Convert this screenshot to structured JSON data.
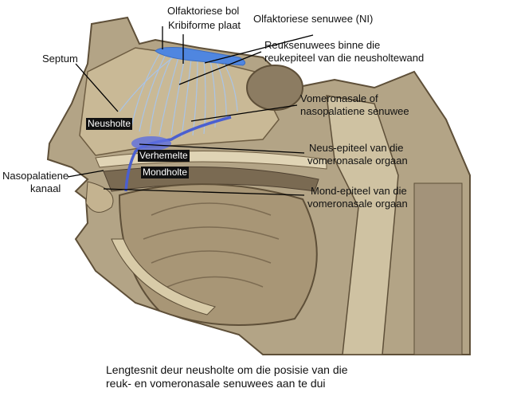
{
  "labels": {
    "olfactory_bulb": "Olfaktoriese bol",
    "cribriform_plate": "Kribiforme plaat",
    "olfactory_nerve": "Olfaktoriese senuwee (NI)",
    "olfactory_nerves_line1": "Reuksenuwees binne die",
    "olfactory_nerves_line2": "reukepiteel van die neusholtewand",
    "septum": "Septum",
    "vomeronasal_nerve_line1": "Vomeronasale of",
    "vomeronasal_nerve_line2": "nasopalatiene senuwee",
    "nasal_epithelium_line1": "Neus-epiteel van die",
    "nasal_epithelium_line2": "vomeronasale orgaan",
    "nasopalatine_canal_line1": "Nasopalatiene",
    "nasopalatine_canal_line2": "kanaal",
    "oral_epithelium_line1": "Mond-epiteel van die",
    "oral_epithelium_line2": "vomeronasale orgaan"
  },
  "regions": {
    "nasal_cavity": "Neusholte",
    "palate": "Verhemelte",
    "oral_cavity": "Mondholte"
  },
  "caption": {
    "line1": "Lengtesnit deur neusholte om die posisie van die",
    "line2": "reuk- en vomeronasale senuwees aan te dui"
  },
  "colors": {
    "tissue": "#b8a888",
    "bone": "#d8cba8",
    "nerve": "#4a5fd0",
    "bulb": "#4f86e0",
    "fibers": "#a9c4e8"
  }
}
